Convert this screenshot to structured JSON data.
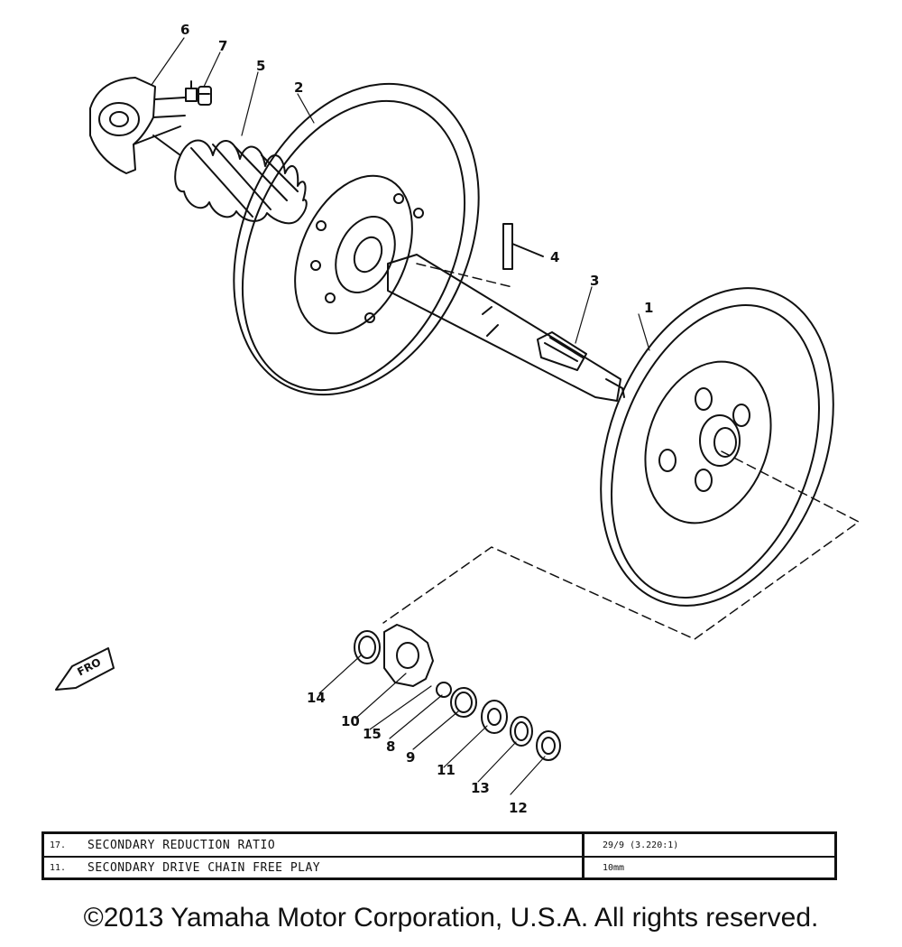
{
  "callouts": [
    "1",
    "2",
    "3",
    "4",
    "5",
    "6",
    "7",
    "8",
    "9",
    "10",
    "11",
    "12",
    "13",
    "14",
    "15"
  ],
  "front_marker": "FRO",
  "spec_table": {
    "rows": [
      {
        "code": "17.",
        "label": "SECONDARY REDUCTION RATIO",
        "value": "29/9 (3.220:1)"
      },
      {
        "code": "11.",
        "label": "SECONDARY DRIVE CHAIN FREE PLAY",
        "value": "10mm"
      }
    ]
  },
  "copyright": "©2013 Yamaha Motor Corporation, U.S.A. All rights reserved.",
  "colors": {
    "ink": "#111111",
    "paper": "#ffffff"
  }
}
